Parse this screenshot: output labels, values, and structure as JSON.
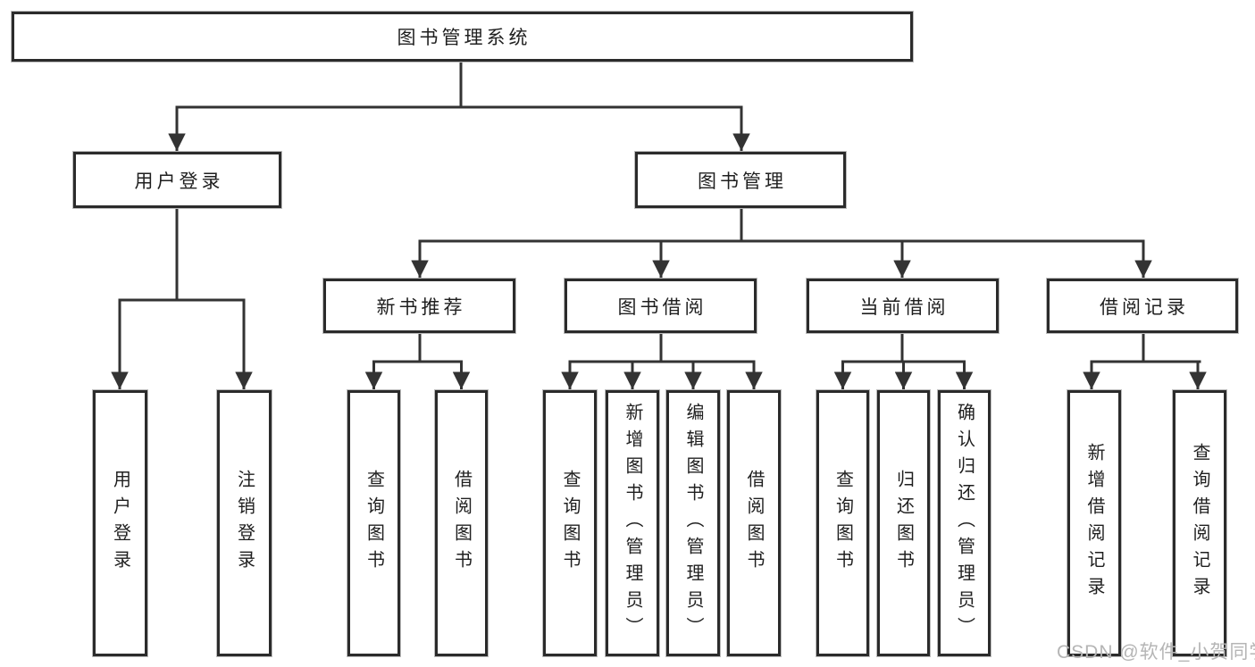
{
  "diagram": {
    "title": "图书管理系统",
    "children": [
      {
        "label": "用户登录",
        "children": [
          {
            "label": "用户登录"
          },
          {
            "label": "注销登录"
          }
        ]
      },
      {
        "label": "图书管理",
        "children": [
          {
            "label": "新书推荐",
            "children": [
              {
                "label": "查询图书"
              },
              {
                "label": "借阅图书"
              }
            ]
          },
          {
            "label": "图书借阅",
            "children": [
              {
                "label": "查询图书"
              },
              {
                "label": "新增图书（管理员）"
              },
              {
                "label": "编辑图书（管理员）"
              },
              {
                "label": "借阅图书"
              }
            ]
          },
          {
            "label": "当前借阅",
            "children": [
              {
                "label": "查询图书"
              },
              {
                "label": "归还图书"
              },
              {
                "label": "确认归还（管理员）"
              }
            ]
          },
          {
            "label": "借阅记录",
            "children": [
              {
                "label": "新增借阅记录"
              },
              {
                "label": "查询借阅记录"
              }
            ]
          }
        ]
      }
    ]
  },
  "watermark": "CSDN @软件_小贺同学",
  "colors": {
    "line": "#333333",
    "box_border": "#2b2b2b",
    "text": "#1f1f1f",
    "watermark": "#b5b5b5"
  }
}
